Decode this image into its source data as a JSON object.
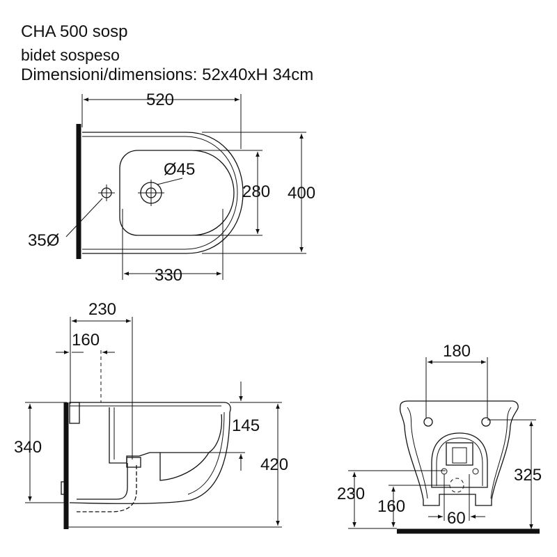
{
  "header": {
    "model": "CHA 500 sosp",
    "product": "bidet sospeso",
    "dimensions": "Dimensioni/dimensions: 52x40xH 34cm"
  },
  "top_view": {
    "width": "520",
    "depth": "400",
    "basin_depth": "280",
    "basin_length": "330",
    "tap_hole": "Ø45",
    "fixing_hole": "35Ø"
  },
  "side_view": {
    "dim_230": "230",
    "dim_160": "160",
    "dim_340": "340",
    "dim_420": "420",
    "dim_145": "145"
  },
  "front_view": {
    "dim_180": "180",
    "dim_325": "325",
    "dim_230": "230",
    "dim_160": "160",
    "dim_60": "60"
  }
}
